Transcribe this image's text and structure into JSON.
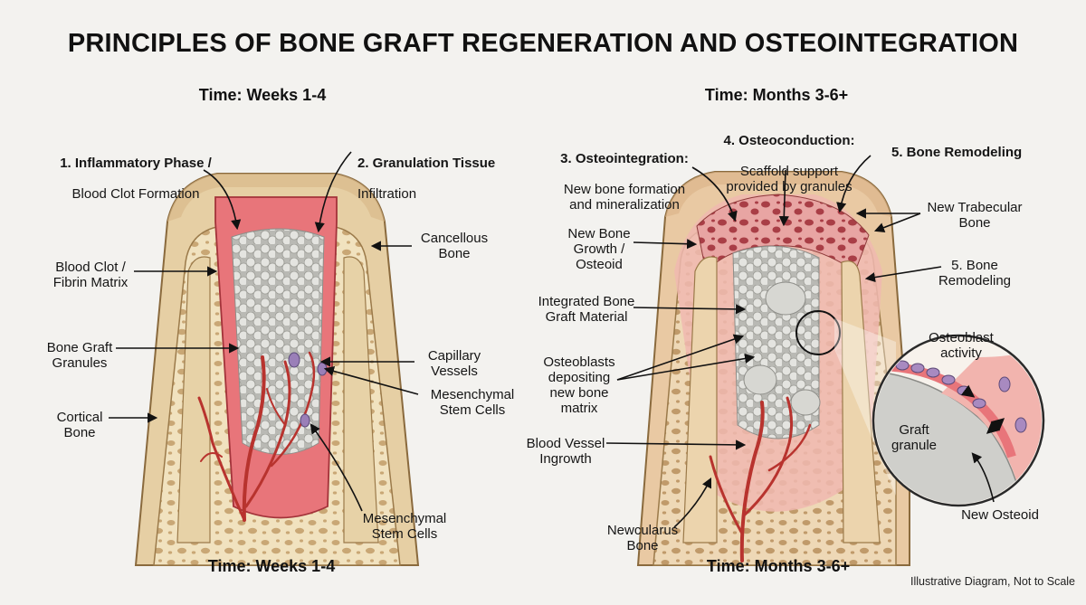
{
  "title": "PRINCIPLES OF BONE GRAFT REGENERATION AND OSTEOINTEGRATION",
  "left": {
    "time_top": "Time: Weeks 1-4",
    "time_bottom": "Time: Weeks 1-4",
    "phase1_title": "1. Inflammatory Phase /",
    "phase1_sub": "Blood Clot Formation",
    "phase2_title": "2. Granulation Tissue",
    "phase2_sub": "Infiltration",
    "cancellous": "Cancellous\nBone",
    "blood_clot": "Blood Clot /\nFibrin Matrix",
    "graft_granules": "Bone Graft\nGranules",
    "capillary": "Capillary\nVessels",
    "msc1": "Mesenchymal\nStem Cells",
    "cortical": "Cortical\nBone",
    "msc2": "Mesenchymal\nStem Cells"
  },
  "right": {
    "time_top": "Time: Months 3-6+",
    "time_bottom": "Time: Months 3-6+",
    "osteoint_title": "3. Osteointegration:",
    "osteoint_sub": "New bone formation\nand mineralization",
    "osteocond_title": "4. Osteoconduction:",
    "osteocond_sub": "Scaffold support\nprovided by granules",
    "remodel_title": "5. Bone Remodeling",
    "new_trabecular": "New Trabecular\nBone",
    "remodel2": "5. Bone\nRemodeling",
    "new_bone_growth": "New Bone\nGrowth /\nOsteoid",
    "integrated": "Integrated Bone\nGraft Material",
    "osteoblasts": "Osteoblasts\ndepositing\nnew bone\nmatrix",
    "vessel_ingrowth": "Blood Vessel\nIngrowth",
    "newcularus": "Newcularus\nBone",
    "osteoblast_activity": "Osteoblast\nactivity",
    "graft_granule": "Graft\ngranule",
    "new_osteoid": "New Osteoid"
  },
  "footnote": "Illustrative Diagram, Not to Scale",
  "colors": {
    "cortical": "#e6cfa4",
    "cancellous": "#f1e2bf",
    "pore": "#c9a775",
    "clot": "#e8757a",
    "vessel": "#b8332e",
    "granule": "#dededa",
    "new_bone": "#e8a0a0",
    "osteoblast": "#9a7fb8"
  }
}
